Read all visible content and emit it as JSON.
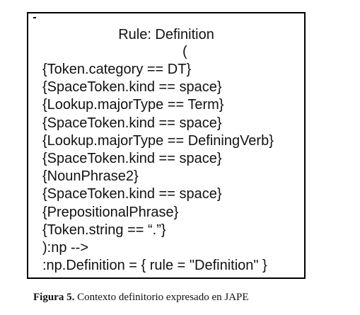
{
  "figure": {
    "rule_title": "Rule: Definition",
    "open_paren": "(",
    "lines": [
      "{Token.category == DT}",
      "{SpaceToken.kind == space}",
      "{Lookup.majorType == Term}",
      "{SpaceToken.kind == space}",
      "{Lookup.majorType == DefiningVerb}",
      "{SpaceToken.kind == space}",
      "{NounPhrase2}",
      "{SpaceToken.kind == space}",
      "{PrepositionalPhrase}",
      "{Token.string == “.”}",
      "):np -->",
      ":np.Definition = { rule = \"Definition\" }"
    ]
  },
  "caption": {
    "label": "Figura 5.",
    "text": "Contexto definitorio expresado en JAPE"
  }
}
